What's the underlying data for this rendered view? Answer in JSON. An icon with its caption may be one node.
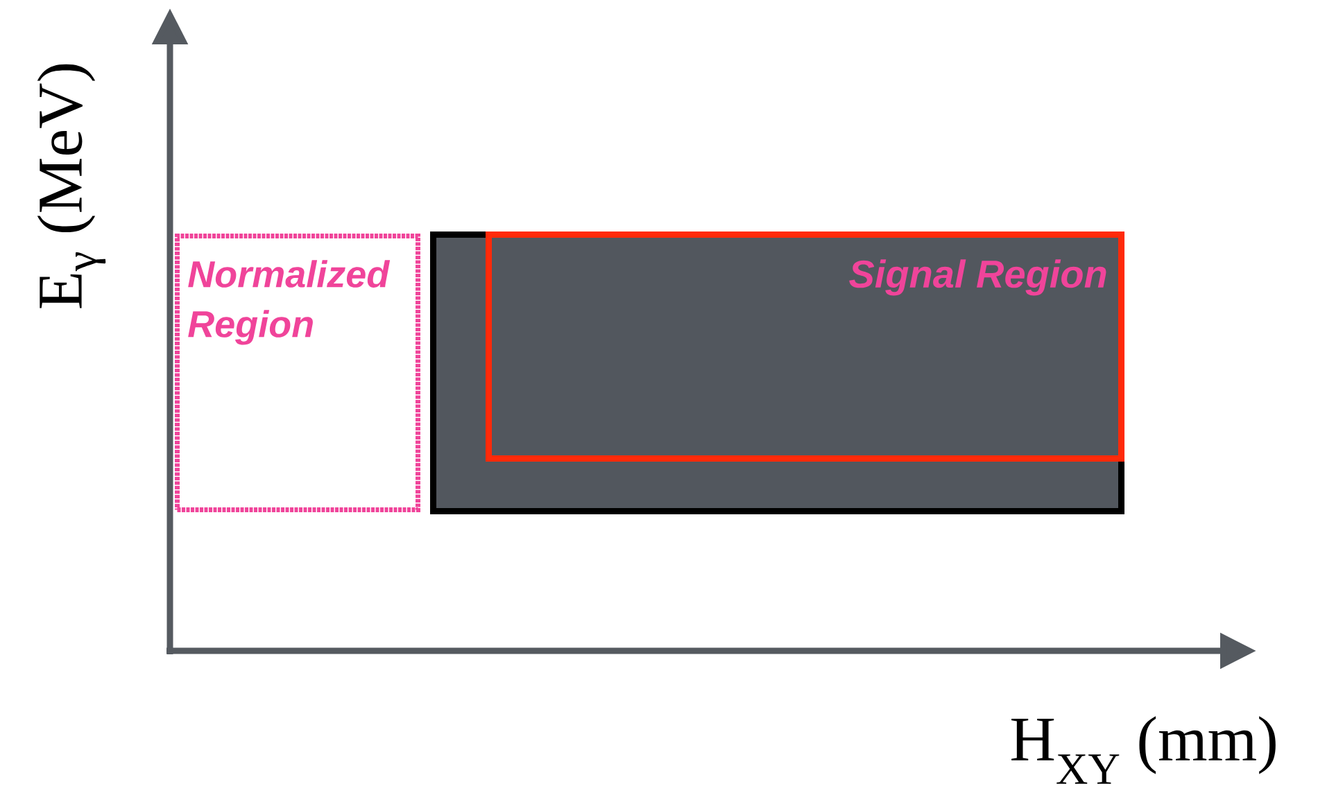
{
  "diagram": {
    "nodes": [
      {
        "text": [
          "Normalized Region"
        ]
      },
      {
        "text": [],
        "shape": "box"
      },
      {
        "text": [
          "Signal Region"
        ],
        "in": 1
      }
    ],
    "labels": [
      "E$_{γ}$ (MeV)",
      "H$_{XY}$ (mm)"
    ]
  }
}
